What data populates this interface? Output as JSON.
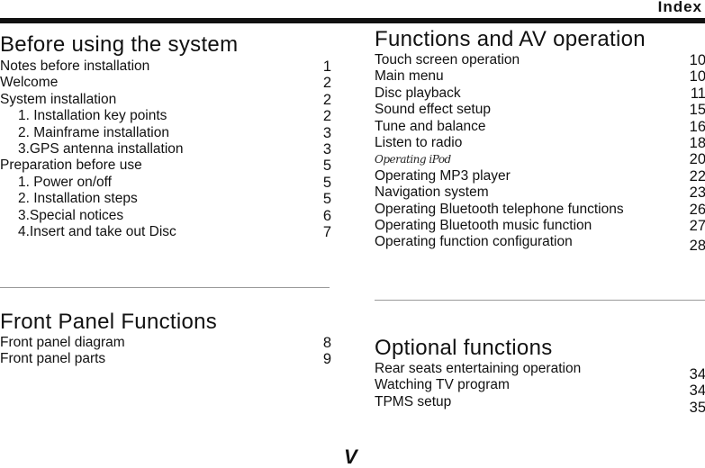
{
  "header": {
    "title": "Index"
  },
  "page_number": "V",
  "sections": {
    "before": {
      "title": "Before using the system",
      "entries": [
        {
          "label": "Notes before installation",
          "page": "1"
        },
        {
          "label": "Welcome",
          "page": "2"
        },
        {
          "label": "System installation",
          "page": "2"
        },
        {
          "label": "1. Installation key points",
          "page": "2"
        },
        {
          "label": "2. Mainframe installation",
          "page": "3"
        },
        {
          "label": "3.GPS antenna installation",
          "page": "3"
        },
        {
          "label": "Preparation before use",
          "page": "5"
        },
        {
          "label": "1. Power on/off",
          "page": "5"
        },
        {
          "label": "2. Installation steps",
          "page": "5"
        },
        {
          "label": "3.Special notices",
          "page": "6"
        },
        {
          "label": "4.Insert and take out Disc",
          "page": "7"
        }
      ]
    },
    "front_panel": {
      "title": "Front Panel Functions",
      "entries": [
        {
          "label": "Front panel diagram",
          "page": "8"
        },
        {
          "label": "Front panel parts",
          "page": "9"
        }
      ]
    },
    "functions": {
      "title": "Functions and AV operation",
      "entries": [
        {
          "label": "Touch screen operation",
          "page": "10"
        },
        {
          "label": "Main menu",
          "page": "10"
        },
        {
          "label": "Disc playback",
          "page": "11"
        },
        {
          "label": "Sound effect setup",
          "page": "15"
        },
        {
          "label": "Tune and balance",
          "page": "16"
        },
        {
          "label": "Listen to radio",
          "page": "18"
        },
        {
          "label": "Operating iPod",
          "page": "20"
        },
        {
          "label": "Operating MP3 player",
          "page": "22"
        },
        {
          "label": "Navigation system",
          "page": "23"
        },
        {
          "label": "Operating Bluetooth telephone functions",
          "page": "26"
        },
        {
          "label": "Operating Bluetooth music function",
          "page": "27"
        },
        {
          "label": "Operating function configuration",
          "page": "28"
        }
      ]
    },
    "optional": {
      "title": "Optional functions",
      "entries": [
        {
          "label": "Rear seats entertaining operation"
        },
        {
          "label": "Watching TV program"
        },
        {
          "label": "TPMS setup"
        }
      ],
      "pages": [
        "34",
        "34",
        "35"
      ]
    }
  }
}
